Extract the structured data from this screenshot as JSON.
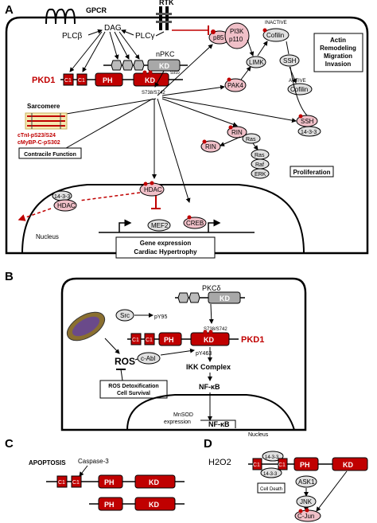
{
  "panelA": {
    "letter": "A",
    "gpcr": "GPCR",
    "rtk": "RTK",
    "plcb": "PLCβ",
    "dag": "DAG",
    "plcg": "PLCγ",
    "p85": "p85",
    "pi3k": "PI3K",
    "p110": "p110",
    "inactive": "INACTIVE",
    "cofilin": "Cofilin",
    "active": "ACTIVE",
    "limk": "LIMK",
    "ssh": "SSH",
    "pak4": "PAK4",
    "npkc": "nPKC",
    "kd": "KD",
    "ph": "PH",
    "c1": "C1",
    "c1b": "C1",
    "pkd1": "PKD1",
    "s910": "S910",
    "s738": "S738/S742",
    "actin_box": [
      "Actin",
      "Remodeling",
      "Migration",
      "Invasion"
    ],
    "sarcomere": "Sarcomere",
    "ctni": "cTnI-pS23/S24",
    "cmybp": "cMyBP-C-pS302",
    "contractile": "Contracile Function",
    "rin": "RIN",
    "ras": "Ras",
    "raf": "Raf",
    "erk": "ERK",
    "ssh2": "SSH",
    "f1433": "14-3-3",
    "proliferation": "Proliferation",
    "hdac": "HDAC",
    "f1433b": "14-3-3",
    "mef2": "MEF2",
    "creb": "CREB",
    "nucleus": "Nucleus",
    "gene_expr": [
      "Gene expression",
      "Cardiac Hypertrophy"
    ]
  },
  "panelB": {
    "letter": "B",
    "pkcd": "PKCδ",
    "kd": "KD",
    "src": "Src",
    "py95": "pY95",
    "s738": "S738/S742",
    "c1": "C1",
    "ph": "PH",
    "kd2": "KD",
    "pkd1": "PKD1",
    "ros": "ROS",
    "cabl": "c-Abl",
    "py463": "pY463",
    "ikk": "IKK Complex",
    "nfkb": "NF-κB",
    "ros_box": [
      "ROS Detoxification",
      "Cell Survival"
    ],
    "mnsod": [
      "MnSOD",
      "expression"
    ],
    "nfkb2": "NF-κB",
    "nucleus": "Nucleus"
  },
  "panelC": {
    "letter": "C",
    "apoptosis": "APOPTOSIS",
    "caspase": "Caspase-3",
    "c1": "C1",
    "ph": "PH",
    "kd": "KD"
  },
  "panelD": {
    "letter": "D",
    "h2o2": "H2O2",
    "f1433": "14-3-3",
    "c1": "C1",
    "ph": "PH",
    "kd": "KD",
    "ask1": "ASK1",
    "celldeath": "Cell Death",
    "jnk": "JNK",
    "cjun": "C-Jun"
  }
}
